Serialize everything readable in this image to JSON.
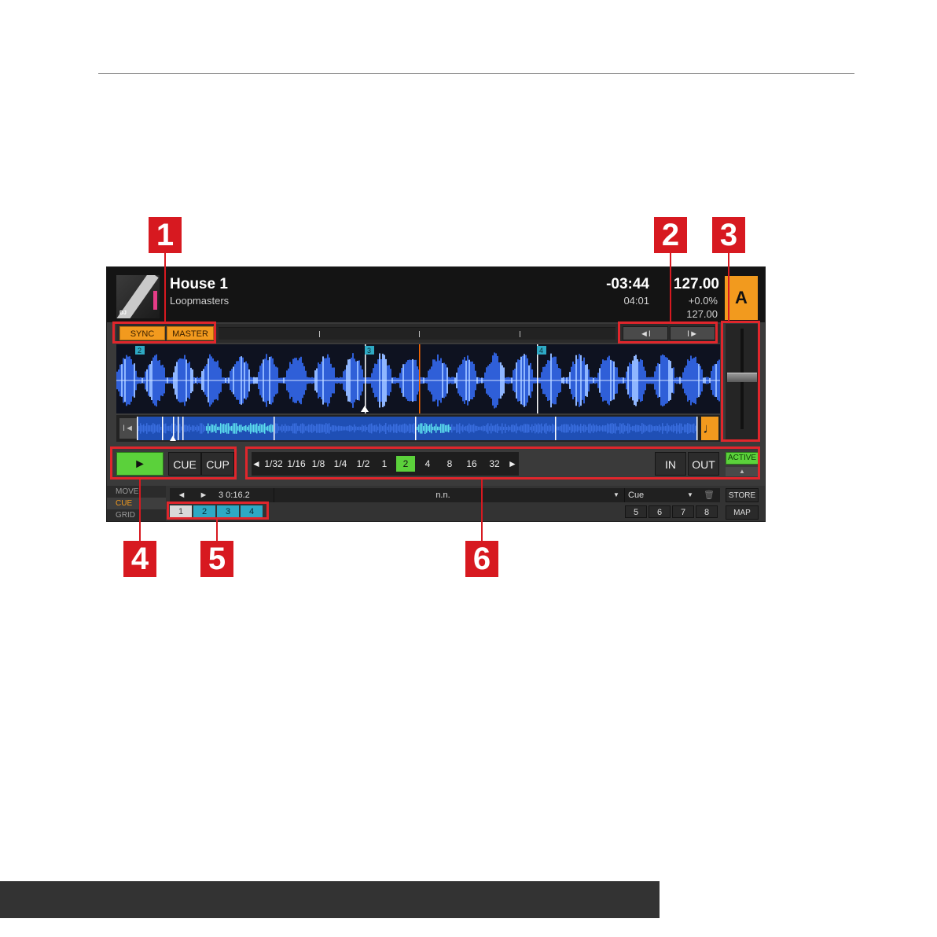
{
  "deck": {
    "title": "House 1",
    "artist": "Loopmasters",
    "remaining_time": "-03:44",
    "elapsed_time": "04:01",
    "bpm": "127.00",
    "pitch": "+0.0%",
    "base_bpm": "127.00",
    "deck_letter": "A",
    "cover_text": "DJ",
    "sync_label": "SYNC",
    "master_label": "MASTER",
    "beatjump_back": "◄I",
    "beatjump_fwd": "I►",
    "to_start": "I◄",
    "note_icon": "♩",
    "play_symbol": "►",
    "cue_label": "CUE",
    "cup_label": "CUP",
    "loop_prev": "◄",
    "loop_next": "►",
    "loop_sizes": [
      "1/32",
      "1/16",
      "1/8",
      "1/4",
      "1/2",
      "1",
      "2",
      "4",
      "8",
      "16",
      "32"
    ],
    "loop_selected": "2",
    "in_label": "IN",
    "out_label": "OUT",
    "active_label": "ACTIVE",
    "active_sub": "▲",
    "modes": [
      "MOVE",
      "CUE",
      "GRID"
    ],
    "cue_nav_prev": "◄",
    "cue_nav_next": "►",
    "cue_position": "3  0:16.2",
    "cue_name": "n.n.",
    "cue_type": "Cue",
    "delete_icon": "🗑",
    "store_label": "STORE",
    "map_label": "MAP",
    "hotcues_left": [
      "1",
      "2",
      "3",
      "4"
    ],
    "hotcues_right": [
      "5",
      "6",
      "7",
      "8"
    ],
    "waveform_markers": [
      "2",
      "3",
      "4"
    ]
  },
  "callouts": [
    "1",
    "2",
    "3",
    "4",
    "5",
    "6"
  ],
  "colors": {
    "accent_orange": "#f29a1e",
    "active_green": "#5bd13b",
    "hotcue_blue": "#2ea9c4",
    "callout_red": "#d71920"
  }
}
